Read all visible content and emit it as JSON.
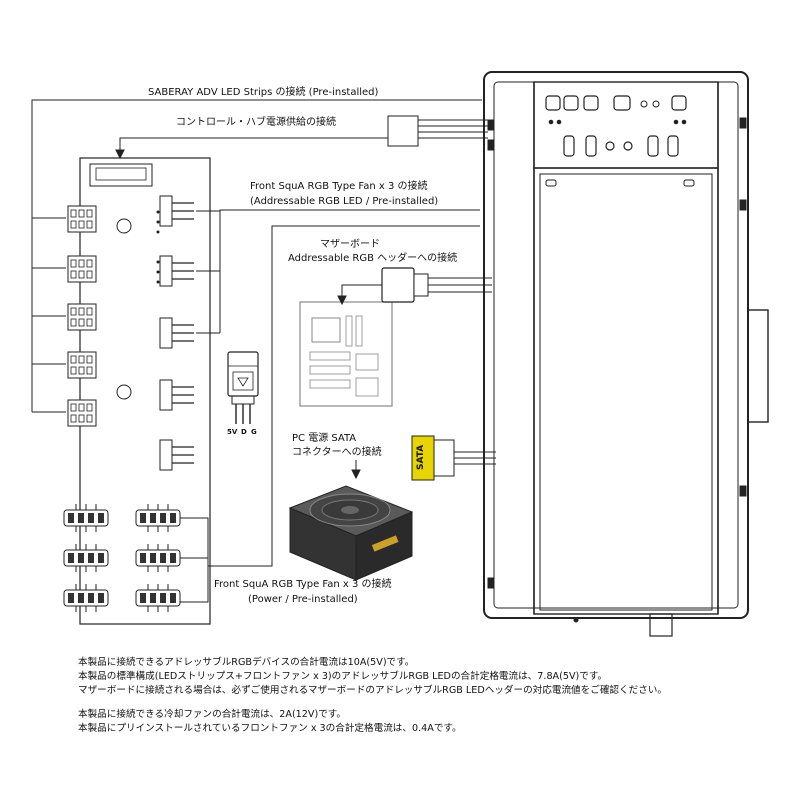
{
  "labels": {
    "strips": "SABERAY ADV LED Strips の接続 (Pre-installed)",
    "hub_power": "コントロール・ハブ電源供給の接続",
    "front_fan_argb_1": "Front SquA RGB Type Fan x 3 の接続",
    "front_fan_argb_2": "(Addressable RGB LED / Pre-installed)",
    "motherboard_1": "マザーボード",
    "motherboard_2": "Addressable RGB ヘッダーへの接続",
    "psu_1": "PC 電源 SATA",
    "psu_2": "コネクターへの接続",
    "front_fan_power_1": "Front SquA RGB Type Fan x 3 の接続",
    "front_fan_power_2": "(Power / Pre-installed)",
    "sata": "SATA",
    "pin_5v": "5V",
    "pin_d": "D",
    "pin_g": "G"
  },
  "notes": [
    "本製品に接続できるアドレッサブルRGBデバイスの合計電流は10A(5V)です。",
    "本製品の標準構成(LEDストリップス+フロントファン x 3)のアドレッサブルRGB LEDの合計定格電流は、7.8A(5V)です。",
    "マザーボードに接続される場合は、必ずご使用されるマザーボードのアドレッサブルRGB LEDヘッダーの対応電流値をご確認ください。",
    "本製品に接続できる冷却ファンの合計電流は、2A(12V)です。",
    "本製品にプリインストールされているフロントファン x 3の合計定格電流は、0.4Aです。"
  ],
  "colors": {
    "line": "#222222",
    "sata_yellow": "#e8d400",
    "psu_body": "#3a3a3a"
  },
  "icons": [
    "hub-board",
    "sata-connector",
    "motherboard",
    "power-supply",
    "pc-case",
    "argb-plug"
  ]
}
